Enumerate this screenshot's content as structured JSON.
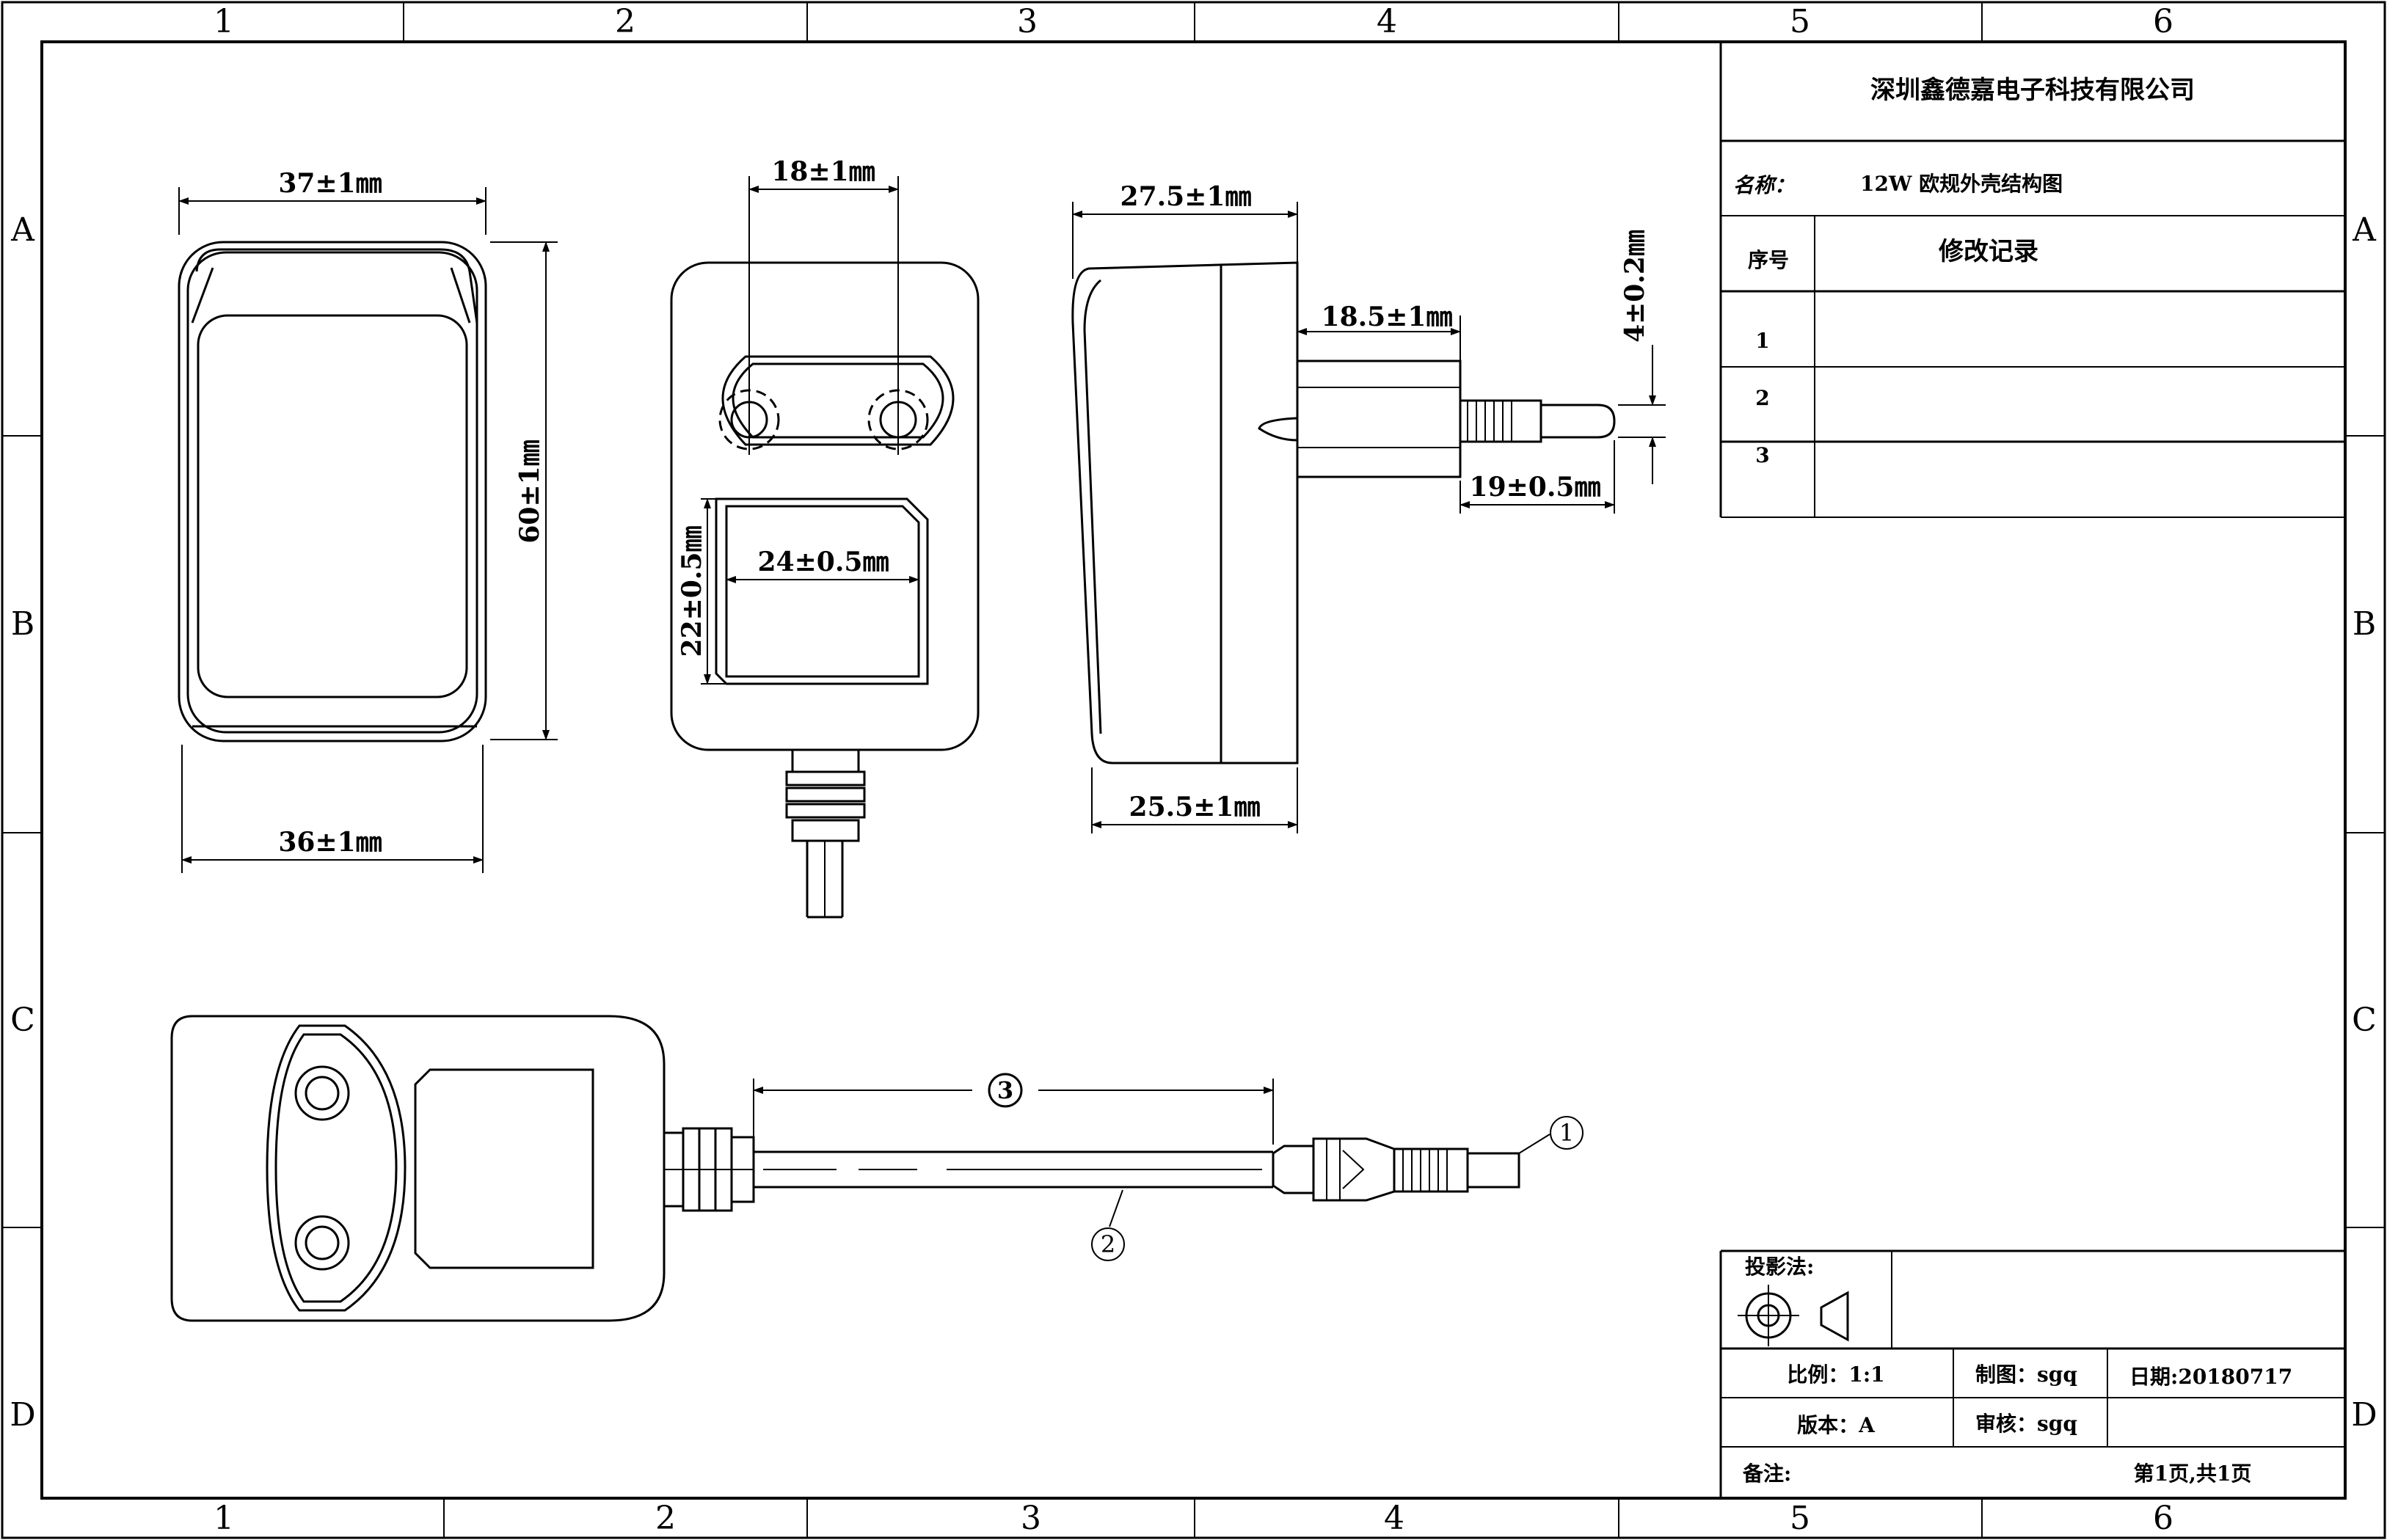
{
  "grid": {
    "columns": [
      "1",
      "2",
      "3",
      "4",
      "5",
      "6"
    ],
    "rows": [
      "A",
      "B",
      "C",
      "D"
    ]
  },
  "dimensions": {
    "front_width_top": "37±1㎜",
    "front_width_bottom": "36±1㎜",
    "front_height": "60±1㎜",
    "pin_spacing": "18±1㎜",
    "label_width": "24±0.5㎜",
    "label_height": "22±0.5㎜",
    "side_depth_top": "27.5±1㎜",
    "side_depth_bottom": "25.5±1㎜",
    "pin_base_length": "18.5±1㎜",
    "pin_diameter": "4±0.2㎜",
    "pin_tip_length": "19±0.5㎜"
  },
  "callouts": {
    "dc_plug": "1",
    "cable": "2",
    "cable_length": "3"
  },
  "title_block": {
    "company": "深圳鑫德嘉电子科技有限公司",
    "name_label": "名称：",
    "name_value": "12W 欧规外壳结构图",
    "rev_no_label": "序号",
    "rev_title": "修改记录",
    "rev_rows": [
      "1",
      "2",
      "3"
    ],
    "projection_label": "投影法:",
    "scale": "比例：1:1",
    "drawn_by": "制图：sgq",
    "date": "日期:20180717",
    "version": "版本：A",
    "checked_by": "审核：sgq",
    "remarks": "备注:",
    "page": "第1页,共1页"
  }
}
